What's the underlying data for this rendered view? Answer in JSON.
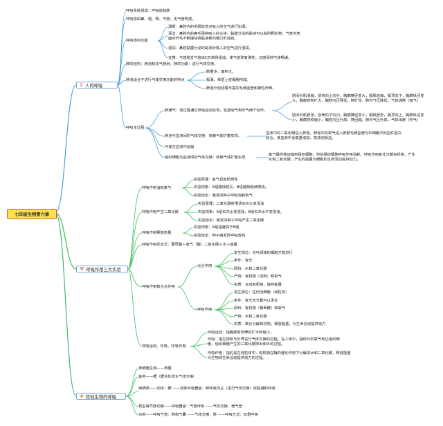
{
  "root": "七年级生物第六章",
  "branches": {
    "b1": {
      "label": "人的呼吸",
      "icon": "♀"
    },
    "b2": {
      "label": "呼吸作用三大实验",
      "icon": "⚒"
    },
    "b3": {
      "label": "其他生物的呼吸",
      "icon": "❀"
    }
  },
  "b1": {
    "composition": "呼吸系统组成：呼吸道和肺",
    "tract": "呼吸道由鼻、咽、喉、气管、支气管构成。",
    "tract_fn": "呼吸道的功能",
    "warm": "温暖：鼻腔内的毛细血管对吸入的空气进行加温。",
    "clean": "清洁：鼻腔内的鼻毛阻挡吸入的尘埃，黏膜分泌的黏液可以粘附颗粒物，气管内表面的纤毛不断摆动将黏液推向咽口形成痰。",
    "moist": "湿润：鼻腔黏膜分泌的黏液对吸入的空气进行湿润。",
    "support": "支撑：气管和支气管由C形软骨组成，使气管既有弹性，又能保持气体畅通。",
    "lung": "肺的结构：肺泡和支气管树。肺的功能：进行气体交换。",
    "adapt": "肺泡适合于进行气体交换功能的特点",
    "adapt1": "数量多，面积大。",
    "adapt2": "极薄，单层上皮细胞构成。",
    "adapt3": "肺泡外包绕着丰富的毛细血管和弹性纤维。",
    "process": "呼吸全过程",
    "ventilation": "肺通气：该过程通过呼吸运动实现，包括吸气和呼气两个动作。",
    "inhale": "肋间外肌收缩，肋骨向上向外，胸廓横径变大，膈肌收缩，膈顶向下，胸廓纵径变大，胸廓容积扩大，胸腔内压强低，肺扩张，肺内气压降低，气体进肺（吸气）",
    "exhale": "肋间外肌舒张，肋骨向下向内，胸廓横径变小，膈肌舒张，膈顶向上，胸廓纵径变小，胸廓容积缩小，胸腔内压升高，肺回缩，肺内气压升高，气体出肺（呼气）",
    "exchange": "肺泡与血液间的气体交换：依赖气体扩散实现。",
    "exchange_detail": "血液中的二氧化碳进入肺泡，肺泡中的氧气进入肺部毛细血管与红细胞中的血红蛋白结合，使血液中含氧量增加，变成动脉血。",
    "transport": "气体在血液中运输",
    "tissue": "组织细胞与血液间的气体交换：依赖气体扩散实现",
    "tissue_detail": "氧气最终被运输到组织细胞，供给组织细胞呼吸作用消耗。呼吸作用氧化分解有机物，产生水和二氧化碳，产生的能量为细胞的生命活动提供动力。"
  },
  "b2": {
    "exp1": "呼吸作用消耗氧气",
    "exp1_a": "实验原理：氧气具有助燃性",
    "exp1_b": "实验现象：A组蜡烛熄灭，B组蜡烛继续燃烧。",
    "exp1_c": "实验结论：萌发的种子呼吸消耗氧气",
    "exp2": "呼吸作用产生二氧化碳",
    "exp2_a": "实验原理：二氧化碳使澄清石灰水变浑浊",
    "exp2_b": "实验现象：A组石灰水变混浊，B组石灰水不变混浊。",
    "exp2_c": "实验结论：萌发的种子呼吸产生二氧化碳",
    "exp3": "呼吸作用释放热量",
    "exp3_a": "实验现象：A组温度高于B组",
    "exp3_b": "实验结论：种子萌发时呼吸放热",
    "formula": "呼吸作用反应式：葡萄糖＋氧气（酶）二氧化碳＋水＋能量",
    "compare": "呼吸作用和光合作用",
    "photo": "光合作用",
    "photo_site": "发生部位：含叶绿体的细胞才能进行",
    "photo_cond": "条件：有光",
    "photo_raw": "原料：水和二氧化碳",
    "photo_prod": "产物：有机物（淀粉）和氧气",
    "photo_essence": "实质：合成有机物，储存能量",
    "resp": "呼吸作用",
    "resp_site": "发生部位：任何活细胞（线粒体）",
    "resp_cond": "条件：有光无光都可以发生",
    "resp_raw": "原料：有机物（葡萄糖）和氧气",
    "resp_prod": "产物：水和二氧化碳",
    "resp_essence": "实质：氧化分解有机物，释放能量，为生命活动提供动力",
    "movement": "呼吸运动、呼吸、呼吸作用",
    "mv_a": "呼吸运动：指胸廓有规律的扩大和缩小。",
    "mv_b": "呼吸：指生物体与外界进行气体交换的过程。在人体中，指体外的氧气到达组织细胞，组织细胞产生的二氧化碳排出体外的过程。",
    "mv_c": "呼吸作用：指的是在线粒体中，有机物在酶的催化作用下分解成水和二氧化碳，释放能量为生物体生命活动提供动力的过程。"
  },
  "b3": {
    "o1": "单细胞生物——表膜",
    "o2": "鱼类——鳃（鳃丝处发生气体交换）",
    "o3": "两栖类——幼体：鳃 ——成体呼吸器官：肺呼吸为主（进行气体交换）皮肤辅助呼吸",
    "o4": "昆虫等节肢动物——呼吸器官：气管呼吸 ——气体交换：微气管",
    "o5": "鸟类——呼吸气管：肺和气囊 ——气体交换：肺 ——呼吸方式：双重呼吸"
  }
}
